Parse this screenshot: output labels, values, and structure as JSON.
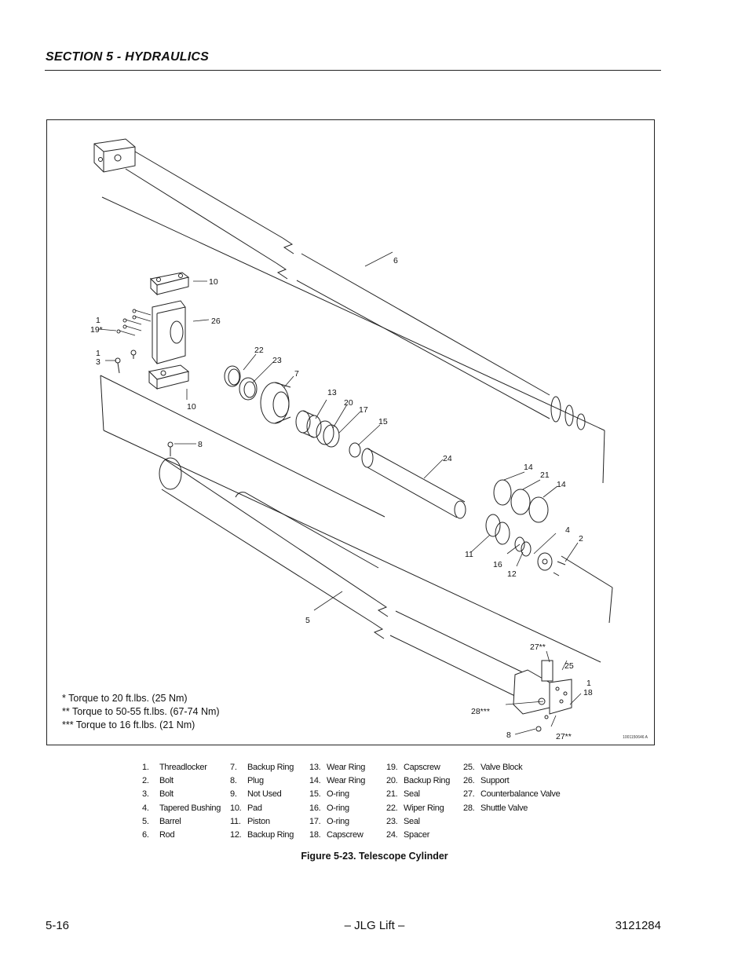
{
  "header": {
    "section_title": "SECTION 5 - HYDRAULICS"
  },
  "figure": {
    "callouts": {
      "c1a": "1",
      "c19": "19*",
      "c1b": "1",
      "c3": "3",
      "c10a": "10",
      "c26": "26",
      "c10b": "10",
      "c6": "6",
      "c22": "22",
      "c23": "23",
      "c7": "7",
      "c13": "13",
      "c20": "20",
      "c17": "17",
      "c15": "15",
      "c24": "24",
      "c8a": "8",
      "c14a": "14",
      "c21": "21",
      "c14b": "14",
      "c4": "4",
      "c2": "2",
      "c11": "11",
      "c16": "16",
      "c12": "12",
      "c5": "5",
      "c27a": "27**",
      "c25": "25",
      "c1c": "1",
      "c18": "18",
      "c28": "28***",
      "c8b": "8",
      "c27b": "27**"
    },
    "notes": [
      "* Torque to 20 ft.lbs. (25 Nm)",
      "** Torque to 50-55 ft.lbs. (67-74 Nm)",
      "*** Torque to 16 ft.lbs. (21 Nm)"
    ],
    "figure_id": "1001150646 A"
  },
  "legend": {
    "columns": [
      [
        {
          "num": "1.",
          "name": "Threadlocker"
        },
        {
          "num": "2.",
          "name": "Bolt"
        },
        {
          "num": "3.",
          "name": "Bolt"
        },
        {
          "num": "4.",
          "name": "Tapered Bushing"
        },
        {
          "num": "5.",
          "name": "Barrel"
        },
        {
          "num": "6.",
          "name": "Rod"
        }
      ],
      [
        {
          "num": "7.",
          "name": "Backup Ring"
        },
        {
          "num": "8.",
          "name": "Plug"
        },
        {
          "num": "9.",
          "name": "Not Used"
        },
        {
          "num": "10.",
          "name": "Pad"
        },
        {
          "num": "11.",
          "name": "Piston"
        },
        {
          "num": "12.",
          "name": "Backup Ring"
        }
      ],
      [
        {
          "num": "13.",
          "name": "Wear Ring"
        },
        {
          "num": "14.",
          "name": "Wear Ring"
        },
        {
          "num": "15.",
          "name": "O-ring"
        },
        {
          "num": "16.",
          "name": "O-ring"
        },
        {
          "num": "17.",
          "name": "O-ring"
        },
        {
          "num": "18.",
          "name": "Capscrew"
        }
      ],
      [
        {
          "num": "19.",
          "name": "Capscrew"
        },
        {
          "num": "20.",
          "name": "Backup Ring"
        },
        {
          "num": "21.",
          "name": "Seal"
        },
        {
          "num": "22.",
          "name": "Wiper Ring"
        },
        {
          "num": "23.",
          "name": "Seal"
        },
        {
          "num": "24.",
          "name": "Spacer"
        }
      ],
      [
        {
          "num": "25.",
          "name": "Valve Block"
        },
        {
          "num": "26.",
          "name": "Support"
        },
        {
          "num": "27.",
          "name": "Counterbalance Valve"
        },
        {
          "num": "28.",
          "name": "Shuttle Valve"
        }
      ]
    ]
  },
  "caption": "Figure 5-23.  Telescope Cylinder",
  "footer": {
    "page_number": "5-16",
    "center": "– JLG Lift –",
    "doc_number": "3121284"
  }
}
